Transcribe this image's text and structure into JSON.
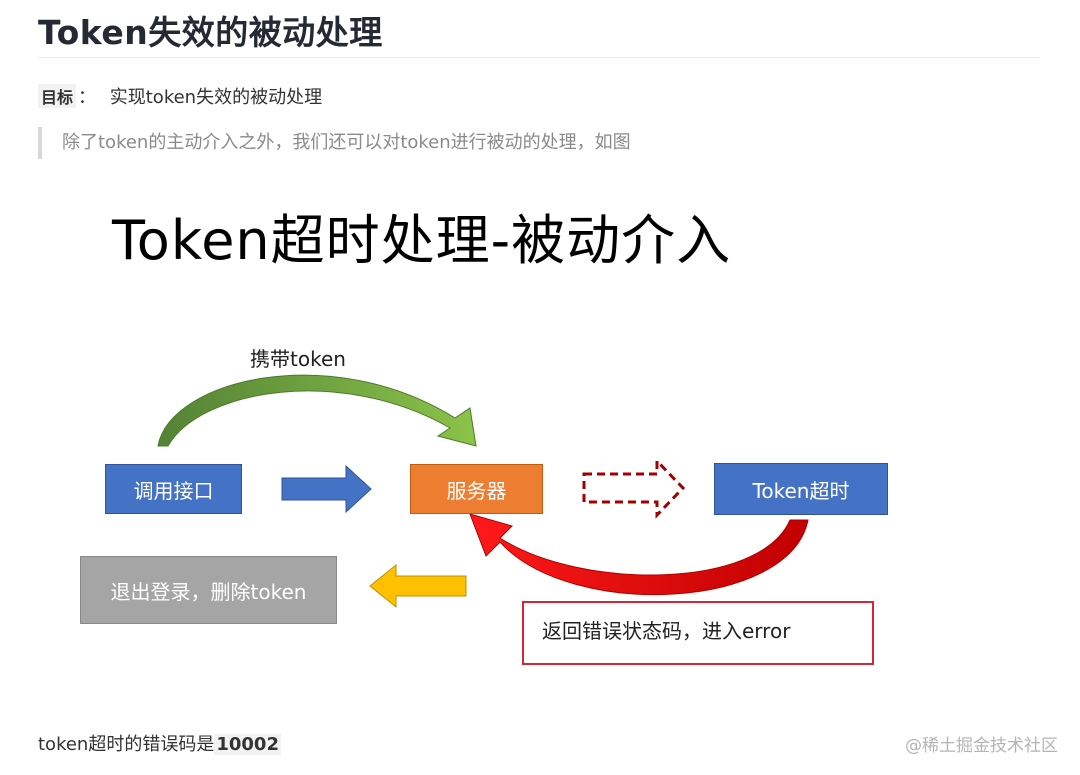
{
  "article": {
    "title": "Token失效的被动处理",
    "goal_tag": "目标",
    "goal_sep": "：",
    "goal_text": "实现token失效的被动处理",
    "quote": "除了token的主动介入之外，我们还可以对token进行被动的处理，如图"
  },
  "diagram": {
    "title": "Token超时处理-被动介入",
    "carry_label": "携带token",
    "call_api": "调用接口",
    "server": "服务器",
    "token_timeout": "Token超时",
    "logout": "退出登录，删除token",
    "error_text": "返回错误状态码，进入error",
    "colors": {
      "blue": "#4472c4",
      "orange": "#ed7d31",
      "gray": "#a5a5a5",
      "green": "#5b9f3a",
      "red": "#e00000",
      "dark_red": "#a00000",
      "yellow": "#ffc000"
    }
  },
  "footer": {
    "text": "token超时的错误码是",
    "code": "10002",
    "watermark": "@稀土掘金技术社区"
  }
}
